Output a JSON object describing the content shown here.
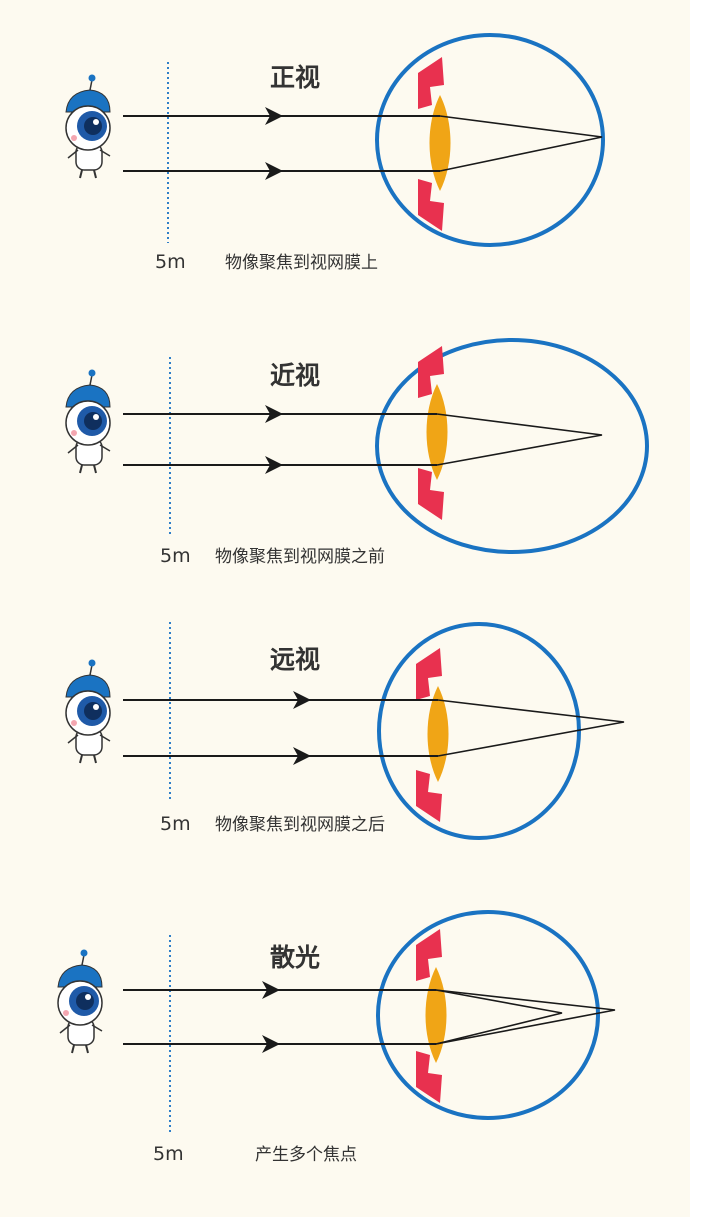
{
  "colors": {
    "background": "#fdfaf0",
    "eyeball": "#1a73c2",
    "lens": "#f0a516",
    "iris": "#e8314f",
    "ray": "#1a1a1a",
    "dashed_line": "#2f7fc8"
  },
  "panels": [
    {
      "title": "正视",
      "distance": "5m",
      "caption": "物像聚焦到视网膜上"
    },
    {
      "title": "近视",
      "distance": "5m",
      "caption": "物像聚焦到视网膜之前"
    },
    {
      "title": "远视",
      "distance": "5m",
      "caption": "物像聚焦到视网膜之后"
    },
    {
      "title": "散光",
      "distance": "5m",
      "caption": "产生多个焦点"
    }
  ]
}
